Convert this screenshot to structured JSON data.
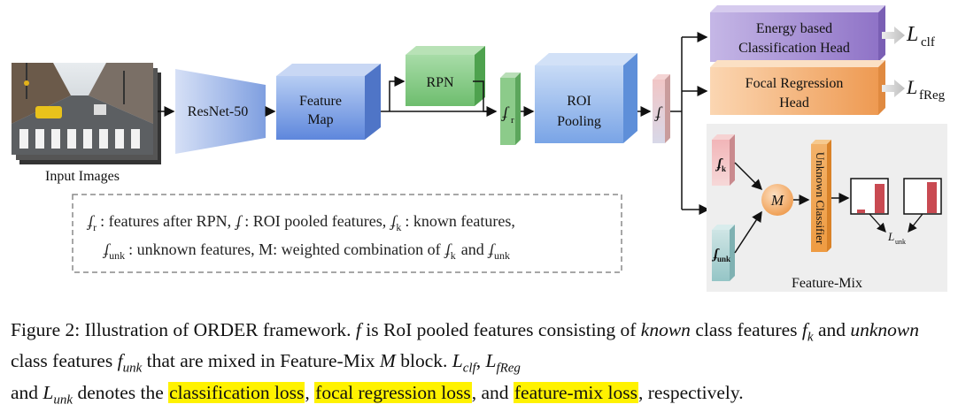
{
  "diagram": {
    "input_label": "Input Images",
    "resnet_label": "ResNet-50",
    "feature_map_label_1": "Feature",
    "feature_map_label_2": "Map",
    "rpn_label": "RPN",
    "fr_symbol": "ʄ",
    "fr_sub": "r",
    "roi_label_1": "ROI",
    "roi_label_2": "Pooling",
    "f_symbol": "ʄ",
    "clf_head_1": "Energy based",
    "clf_head_2": "Classification Head",
    "reg_head_1": "Focal Regression",
    "reg_head_2": "Head",
    "loss_clf_L": "L",
    "loss_clf_sub": "clf",
    "loss_reg_L": "L",
    "loss_reg_sub": "fReg",
    "fk_sub": "k",
    "funk_sub": "unk",
    "m_label": "M",
    "unknown_classifier": "Unknown Classifier",
    "loss_unk_L": "L",
    "loss_unk_sub": "unk",
    "feature_mix_label": "Feature-Mix",
    "legend": {
      "l1_fr": ": features after RPN,",
      "l1_f": ": ROI pooled features,",
      "l1_fk": ": known features,",
      "l2_funk": ": unknown features, M: weighted combination of",
      "l2_and": "and",
      "sub_r": "r",
      "sub_k": "k",
      "sub_unk": "unk"
    },
    "colors": {
      "resnet": "#7f9fe0",
      "feature_map": "#6f95e8",
      "rpn": "#79c77a",
      "fr": "#86c984",
      "roi": "#86aee8",
      "f": "#e7b4b4",
      "clf_head": "#a78fd4",
      "reg_head": "#f0a868",
      "fk": "#e8a4a8",
      "funk": "#a7cfd0",
      "m_circle": "#f2a65a",
      "unknown_clf": "#f0a050",
      "bar": "#c94a52",
      "panel_bg": "#eeeeee"
    }
  },
  "caption": {
    "prefix": "Figure 2: Illustration of ORDER framework.",
    "f": "f",
    "is_text": " is RoI pooled features consisting of ",
    "known": "known",
    "class_text": " class features ",
    "fk_base": "f",
    "fk_sub": "k",
    "and_text": " and ",
    "unknown": "unknown",
    "class_text2": " class features ",
    "funk_base": "f",
    "funk_sub": "unk",
    "mixed_text": " that are mixed in Feature-Mix ",
    "M": "M",
    "block_text": " block. ",
    "lclf_base": "L",
    "lclf_sub": "clf",
    "comma": ", ",
    "lfreg_base": "L",
    "lfreg_sub": "fReg",
    "and_start": "and ",
    "lunk_base": "L",
    "lunk_sub": "unk",
    "denotes": " denotes the ",
    "hl1": "classification loss",
    "sep1": ", ",
    "hl2": "focal regression loss",
    "sep2": ", and ",
    "hl3": "feature-mix loss",
    "end": ", respectively."
  }
}
